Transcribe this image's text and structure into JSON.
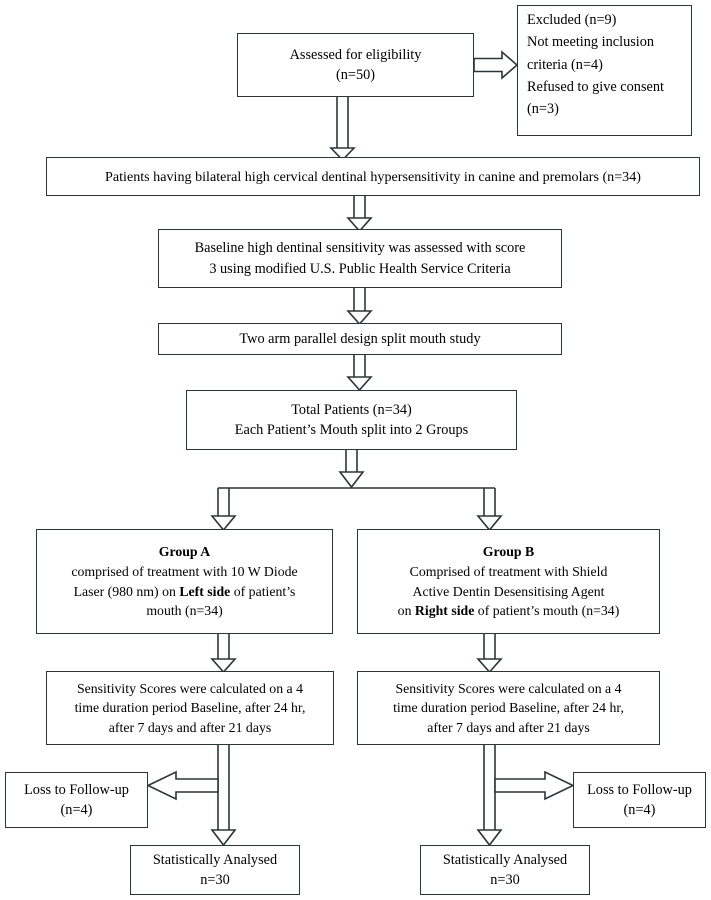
{
  "diagram": {
    "title": "Clinical trial participant flow diagram",
    "type": "flowchart",
    "stroke_color": "#2b3638",
    "background_color": "#ffffff"
  },
  "nodes": {
    "assessed": {
      "line1": "Assessed for eligibility",
      "line2": "(n=50)"
    },
    "excluded": {
      "line1": "Excluded (n=9)",
      "line2": "Not meeting inclusion",
      "line3": "criteria (n=4)",
      "line4": "Refused to give consent",
      "line5": "(n=3)"
    },
    "eligible_patients": {
      "line1": "Patients having bilateral high cervical dentinal hypersensitivity in canine and premolars (n=34)"
    },
    "baseline": {
      "line1": "Baseline high dentinal sensitivity was assessed with score",
      "line2": "3 using modified U.S. Public Health Service Criteria"
    },
    "design": {
      "line1": "Two arm parallel design split mouth study"
    },
    "total_patients": {
      "line1": "Total Patients (n=34)",
      "line2": "Each Patient’s Mouth split into 2 Groups"
    },
    "group_a": {
      "heading": "Group A",
      "line1": "comprised of treatment with 10 W Diode",
      "line2_a": "Laser (980 nm) on ",
      "line2_bold": "Left side",
      "line2_b": " of patient’s",
      "line3": "mouth (n=34)"
    },
    "group_b": {
      "heading": "Group B",
      "line1": "Comprised of treatment with Shield",
      "line2": "Active Dentin Desensitising Agent",
      "line3_a": "on ",
      "line3_bold": "Right side",
      "line3_b": " of patient’s mouth (n=34)"
    },
    "scores_a": {
      "line1": "Sensitivity Scores were calculated on a 4",
      "line2": "time duration period Baseline, after 24 hr,",
      "line3": "after 7 days and after 21 days"
    },
    "scores_b": {
      "line1": "Sensitivity Scores were calculated on a 4",
      "line2": "time duration period Baseline, after 24 hr,",
      "line3": "after 7 days and after 21 days"
    },
    "loss_a": {
      "line1": "Loss to Follow-up",
      "line2": "(n=4)"
    },
    "loss_b": {
      "line1": "Loss to Follow-up",
      "line2": "(n=4)"
    },
    "analysed_a": {
      "line1": "Statistically Analysed",
      "line2": "n=30"
    },
    "analysed_b": {
      "line1": "Statistically Analysed",
      "line2": "n=30"
    }
  }
}
